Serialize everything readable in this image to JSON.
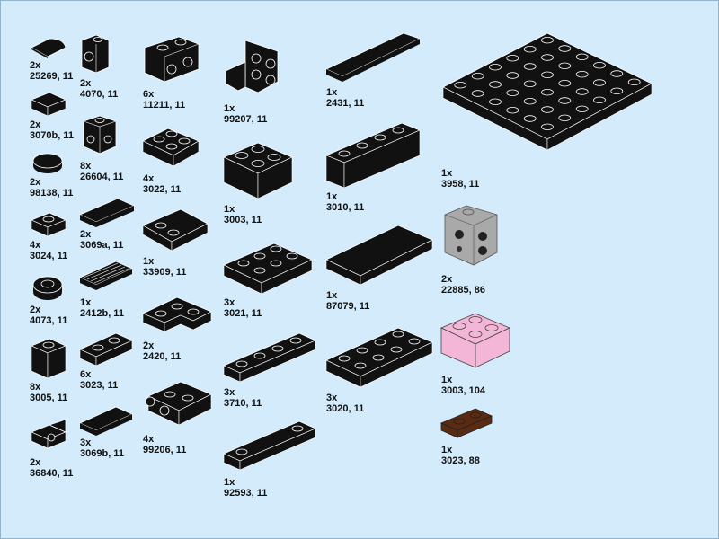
{
  "colors": {
    "background": "#d3ebfb",
    "black_part": "#111111",
    "edge": "#ffffff",
    "light_gray": "#a9a9a9",
    "pink": "#f3b6d6",
    "brown": "#5a2a12"
  },
  "parts": [
    {
      "id": "p25269",
      "qty": "2x",
      "code": "25269, 11",
      "icon": "quarter-tile-icon"
    },
    {
      "id": "p4070",
      "qty": "2x",
      "code": "4070, 11",
      "icon": "headlight-brick-icon"
    },
    {
      "id": "p11211",
      "qty": "6x",
      "code": "11211, 11",
      "icon": "brick-1x2-side-studs-icon"
    },
    {
      "id": "p99207",
      "qty": "1x",
      "code": "99207, 11",
      "icon": "bracket-icon"
    },
    {
      "id": "p2431",
      "qty": "1x",
      "code": "2431, 11",
      "icon": "tile-1x4-icon"
    },
    {
      "id": "p3958",
      "qty": "1x",
      "code": "3958, 11",
      "icon": "plate-6x6-icon"
    },
    {
      "id": "p3070b",
      "qty": "2x",
      "code": "3070b, 11",
      "icon": "tile-1x1-icon"
    },
    {
      "id": "p26604",
      "qty": "8x",
      "code": "26604, 11",
      "icon": "brick-1x1-studs-icon"
    },
    {
      "id": "p3022",
      "qty": "4x",
      "code": "3022, 11",
      "icon": "plate-2x2-icon"
    },
    {
      "id": "p3003",
      "qty": "1x",
      "code": "3003, 11",
      "icon": "brick-2x2-icon"
    },
    {
      "id": "p3010",
      "qty": "1x",
      "code": "3010, 11",
      "icon": "brick-1x4-icon"
    },
    {
      "id": "p98138",
      "qty": "2x",
      "code": "98138, 11",
      "icon": "round-tile-icon"
    },
    {
      "id": "p3024",
      "qty": "4x",
      "code": "3024, 11",
      "icon": "plate-1x1-icon"
    },
    {
      "id": "p3069a",
      "qty": "2x",
      "code": "3069a, 11",
      "icon": "tile-1x2-icon"
    },
    {
      "id": "p33909",
      "qty": "1x",
      "code": "33909, 11",
      "icon": "tile-2x2-corner-icon"
    },
    {
      "id": "p3021",
      "qty": "3x",
      "code": "3021, 11",
      "icon": "plate-2x3-icon"
    },
    {
      "id": "p87079",
      "qty": "1x",
      "code": "87079, 11",
      "icon": "tile-2x4-icon"
    },
    {
      "id": "p22885",
      "qty": "2x",
      "code": "22885, 86",
      "icon": "brick-side-studs-gray-icon"
    },
    {
      "id": "p4073",
      "qty": "2x",
      "code": "4073, 11",
      "icon": "round-plate-icon"
    },
    {
      "id": "p2412b",
      "qty": "1x",
      "code": "2412b, 11",
      "icon": "grille-tile-icon"
    },
    {
      "id": "p2420",
      "qty": "2x",
      "code": "2420, 11",
      "icon": "corner-plate-icon"
    },
    {
      "id": "p3710",
      "qty": "3x",
      "code": "3710, 11",
      "icon": "plate-1x4-icon"
    },
    {
      "id": "p3020",
      "qty": "3x",
      "code": "3020, 11",
      "icon": "plate-2x4-icon"
    },
    {
      "id": "p3003p",
      "qty": "1x",
      "code": "3003, 104",
      "icon": "brick-2x2-pink-icon"
    },
    {
      "id": "p3005",
      "qty": "8x",
      "code": "3005, 11",
      "icon": "brick-1x1-icon"
    },
    {
      "id": "p3023",
      "qty": "6x",
      "code": "3023, 11",
      "icon": "plate-1x2-icon"
    },
    {
      "id": "p99206",
      "qty": "4x",
      "code": "99206, 11",
      "icon": "plate-side-studs-icon"
    },
    {
      "id": "p92593",
      "qty": "1x",
      "code": "92593, 11",
      "icon": "plate-1x4-end-studs-icon"
    },
    {
      "id": "p3023b",
      "qty": "1x",
      "code": "3023, 88",
      "icon": "plate-1x2-brown-icon"
    },
    {
      "id": "p36840",
      "qty": "2x",
      "code": "36840, 11",
      "icon": "bracket-1x1-icon"
    },
    {
      "id": "p3069b",
      "qty": "3x",
      "code": "3069b, 11",
      "icon": "tile-1x2-b-icon"
    }
  ]
}
